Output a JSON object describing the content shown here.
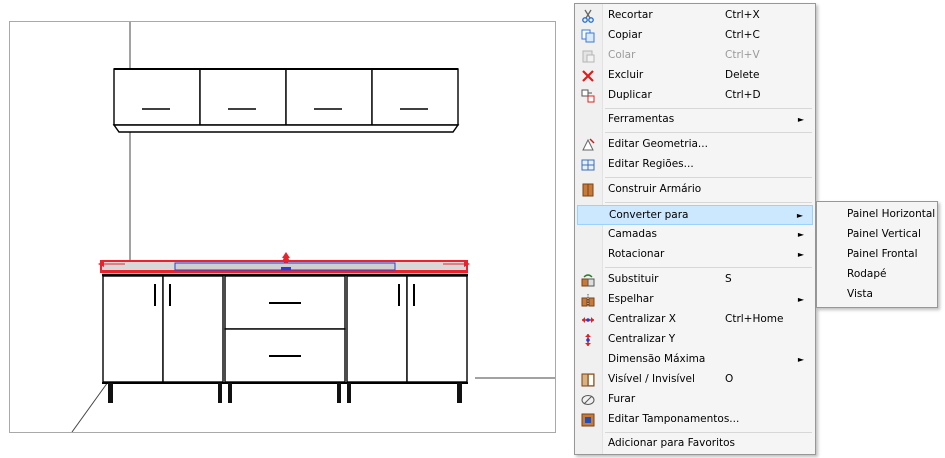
{
  "menu": {
    "items": [
      {
        "label": "Recortar",
        "shortcut": "Ctrl+X",
        "icon": "scissors-icon",
        "disabled": false
      },
      {
        "label": "Copiar",
        "shortcut": "Ctrl+C",
        "icon": "copy-icon",
        "disabled": false
      },
      {
        "label": "Colar",
        "shortcut": "Ctrl+V",
        "icon": "paste-icon",
        "disabled": true
      },
      {
        "label": "Excluir",
        "shortcut": "Delete",
        "icon": "delete-x-icon",
        "disabled": false
      },
      {
        "label": "Duplicar",
        "shortcut": "Ctrl+D",
        "icon": "duplicate-icon",
        "disabled": false
      },
      {
        "label": "Ferramentas",
        "submenu": true
      },
      {
        "label": "Editar Geometria...",
        "icon": "geometry-icon"
      },
      {
        "label": "Editar Regiões...",
        "icon": "regions-icon"
      },
      {
        "label": "Construir Armário",
        "icon": "cabinet-icon"
      },
      {
        "label": "Converter para",
        "submenu": true,
        "highlighted": true
      },
      {
        "label": "Camadas",
        "submenu": true
      },
      {
        "label": "Rotacionar",
        "submenu": true
      },
      {
        "label": "Substituir",
        "shortcut": "S",
        "icon": "substitute-icon"
      },
      {
        "label": "Espelhar",
        "submenu": true,
        "icon": "mirror-icon"
      },
      {
        "label": "Centralizar X",
        "shortcut": "Ctrl+Home",
        "icon": "center-x-icon"
      },
      {
        "label": "Centralizar Y",
        "icon": "center-y-icon"
      },
      {
        "label": "Dimensão Máxima",
        "submenu": true
      },
      {
        "label": "Visível / Invisível",
        "shortcut": "O",
        "icon": "visibility-icon"
      },
      {
        "label": "Furar",
        "icon": "drill-icon"
      },
      {
        "label": "Editar Tamponamentos...",
        "icon": "edge-icon"
      },
      {
        "label": "Adicionar para Favoritos"
      }
    ],
    "submenu_arrow": "►"
  },
  "submenu": {
    "items": [
      {
        "label": "Painel Horizontal"
      },
      {
        "label": "Painel Vertical"
      },
      {
        "label": "Painel Frontal"
      },
      {
        "label": "Rodapé"
      },
      {
        "label": "Vista"
      }
    ]
  },
  "colors": {
    "highlight_bg": "#cce8ff",
    "highlight_border": "#99d1ff",
    "selection_red": "#e8232e",
    "selection_blue": "#2a3bd6"
  }
}
